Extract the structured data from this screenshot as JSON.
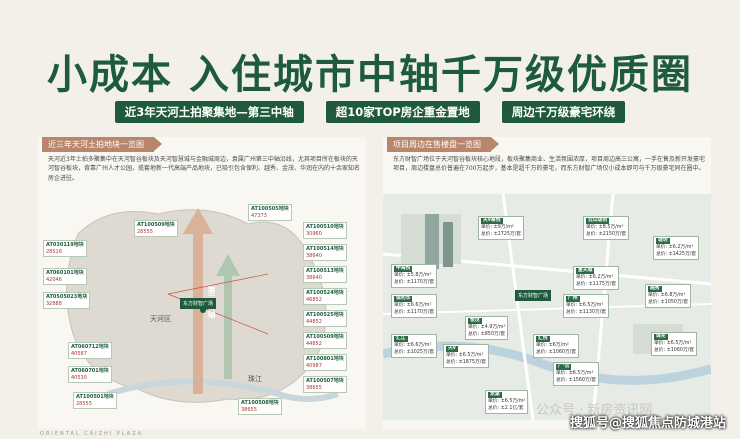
{
  "title": "小成本 入住城市中轴千万级优质圈",
  "pills": [
    "近3年天河土拍聚集地—第三中轴",
    "超10家TOP房企重金置地",
    "周边千万级豪宅环绕"
  ],
  "left": {
    "tag": "近三年天河土拍地块一览图",
    "text": "天河近3年土拍多聚集中在天河智谷板块及天河智慧城与金融城周边，袁属广州第三中轴沿线，尤其项目所在板块的天河智谷板块，背靠广州人才公园，揽套地新一代高端产品地块，已吸引包含保利、越秀、金茂、华润在内的十余家知名房企进驻。",
    "places": [
      "天河区",
      "珠江"
    ],
    "axis": [
      "第三中轴"
    ],
    "center": "东方财智广场",
    "plots": [
      {
        "code": "AT100509地块",
        "price": "28555"
      },
      {
        "code": "AT030119地块",
        "price": "28516"
      },
      {
        "code": "AT060101地块",
        "price": "42046"
      },
      {
        "code": "AT0505023地块",
        "price": "32888"
      },
      {
        "code": "AT060712地块",
        "price": "40587"
      },
      {
        "code": "AT060701地块",
        "price": "40530"
      },
      {
        "code": "AT100501地块",
        "price": "28555"
      },
      {
        "code": "AT100505地块",
        "price": "47373"
      },
      {
        "code": "AT100510地块",
        "price": "30960"
      },
      {
        "code": "AT100514地块",
        "price": "38640"
      },
      {
        "code": "AT100513地块",
        "price": "38640"
      },
      {
        "code": "AT100524地块",
        "price": "46852"
      },
      {
        "code": "AT100525地块",
        "price": "44852"
      },
      {
        "code": "AT100509地块",
        "price": "44852"
      },
      {
        "code": "AT100801地块",
        "price": "40987"
      },
      {
        "code": "AT100507地块",
        "price": "38655"
      },
      {
        "code": "AT100508地块",
        "price": "38655"
      }
    ]
  },
  "right": {
    "tag": "项目周边在售楼盘一览图",
    "text": "东方财智广场位于天河智谷板块核心地段，板块聚集商业、生活氛围浓厚，项目周边高三公寓，一手在售及新开发豪宅项目，周边楼盘总价普遍在700万起步，基本是超千万的豪宅，而东方财智广场仅小成本即可与千万级豪宅同在圈中。",
    "center": "东方财智广场",
    "tags": [
      {
        "name": "天v泰悦",
        "unit": "单价: ±9万/m²",
        "total": "总价: ±2725万/套"
      },
      {
        "name": "云山珑玥",
        "unit": "单价: ±8.5万/m²",
        "total": "总价: ±2150万/套"
      },
      {
        "name": "珑玥",
        "unit": "单价: ±6.2万/m²",
        "total": "总价: ±1425万/套"
      },
      {
        "name": "中海悦",
        "unit": "单价: ±5.8万/m²",
        "total": "总价: ±1170万/套"
      },
      {
        "name": "保利华",
        "unit": "单价: ±6.6万/m²",
        "total": "总价: ±1170万/套"
      },
      {
        "name": "星天城",
        "unit": "单价: ±6.2万/m²",
        "total": "总价: ±1175万/套"
      },
      {
        "name": "广州",
        "unit": "单价: ±6.5万/m²",
        "total": "总价: ±1130万/套"
      },
      {
        "name": "越秀",
        "unit": "单价: ±6.8万/m²",
        "total": "总价: ±1050万/套"
      },
      {
        "name": "金茂",
        "unit": "单价: ±4.9万/m²",
        "total": "总价: ±850万/套"
      },
      {
        "name": "汇江",
        "unit": "单价: ±6.6万/m²",
        "total": "总价: ±1025万/套"
      },
      {
        "name": "天v",
        "unit": "单价: ±6.5万/m²",
        "total": "总价: ±1875万/套"
      },
      {
        "name": "汇悦",
        "unit": "单价: ±6万/m²",
        "total": "总价: ±1060万/套"
      },
      {
        "name": "珠光",
        "unit": "单价: ±6.5万/m²",
        "total": "总价: ±1060万/套"
      },
      {
        "name": "广·云",
        "unit": "单价: ±6.5万/m²",
        "total": "总价: ±1560万/套"
      },
      {
        "name": "龙湖",
        "unit": "单价: ±6.5万/m²",
        "total": "总价: ±2.1亿/套"
      }
    ]
  },
  "footer_brand": "ORIENTAL CAIZHI PLAZA",
  "watermark_left": "公众号 · 新房资讯网",
  "watermark_right": "搜狐号@搜狐焦点防城港站"
}
